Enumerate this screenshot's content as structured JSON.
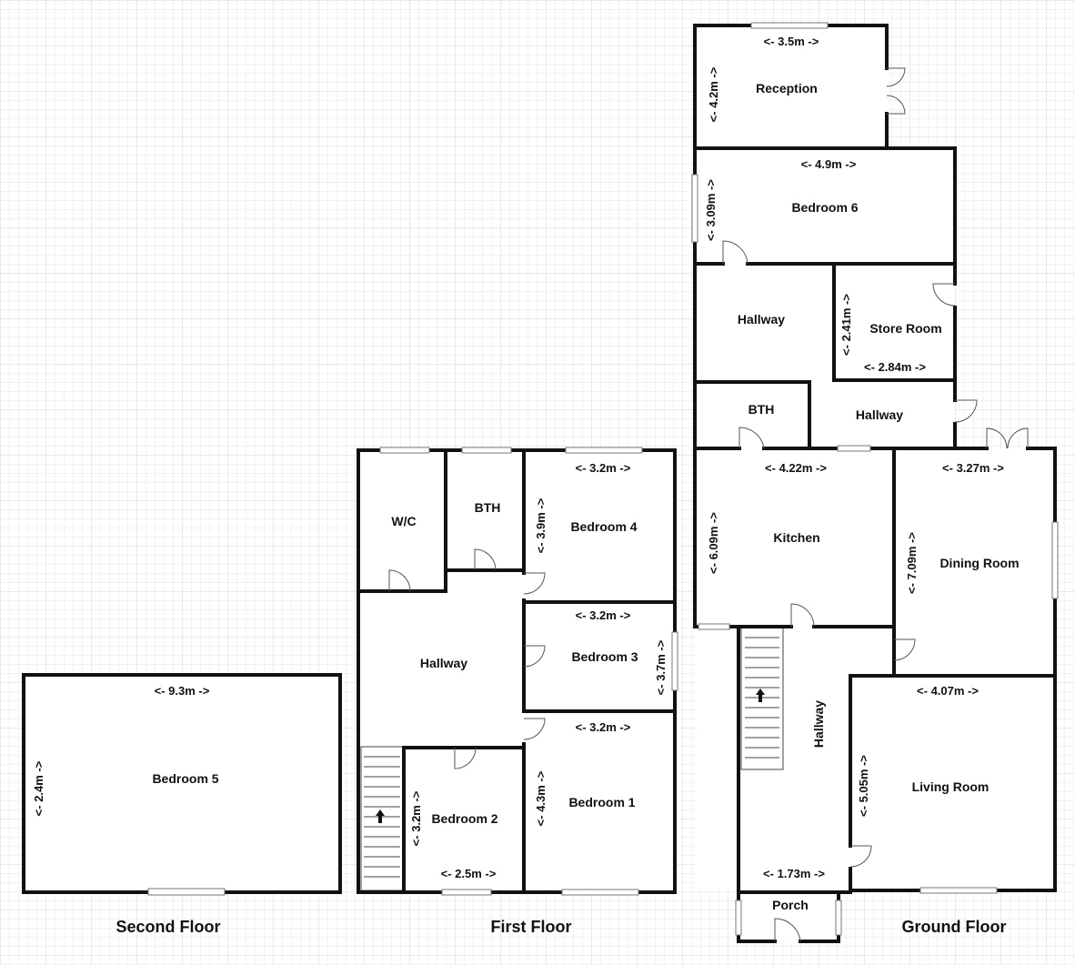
{
  "floors": {
    "second": "Second Floor",
    "first": "First Floor",
    "ground": "Ground Floor"
  },
  "rooms": {
    "bedroom5": "Bedroom 5",
    "wc": "W/C",
    "bth_first": "BTH",
    "bedroom4": "Bedroom 4",
    "hallway_first": "Hallway",
    "bedroom3": "Bedroom 3",
    "bedroom2": "Bedroom 2",
    "bedroom1": "Bedroom 1",
    "reception": "Reception",
    "bedroom6": "Bedroom 6",
    "hallway_ground_upper": "Hallway",
    "store_room": "Store Room",
    "bth_ground": "BTH",
    "hallway_ground_mid": "Hallway",
    "kitchen": "Kitchen",
    "dining_room": "Dining Room",
    "hallway_ground_main": "Hallway",
    "living_room": "Living Room",
    "porch": "Porch"
  },
  "dimensions": {
    "bedroom5_w": "<- 9.3m ->",
    "bedroom5_h": "<- 2.4m ->",
    "bedroom4_w": "<- 3.2m ->",
    "bedroom4_h": "<- 3.9m ->",
    "bedroom3_w": "<- 3.2m ->",
    "bedroom3_h": "<- 3.7m ->",
    "bedroom1_w": "<- 3.2m ->",
    "bedroom1_h": "<- 4.3m ->",
    "bedroom2_w": "<- 2.5m ->",
    "bedroom2_h": "<- 3.2m ->",
    "reception_w": "<- 3.5m ->",
    "reception_h": "<- 4.2m ->",
    "bedroom6_w": "<- 4.9m ->",
    "bedroom6_h": "<- 3.09m ->",
    "store_w": "<- 2.84m ->",
    "store_h": "<- 2.41m ->",
    "kitchen_w": "<- 4.22m ->",
    "kitchen_h": "<- 6.09m ->",
    "dining_w": "<- 3.27m ->",
    "dining_h": "<- 7.09m ->",
    "living_w": "<- 4.07m ->",
    "living_h": "<- 5.05m ->",
    "hallway_w": "<- 1.73m ->"
  }
}
